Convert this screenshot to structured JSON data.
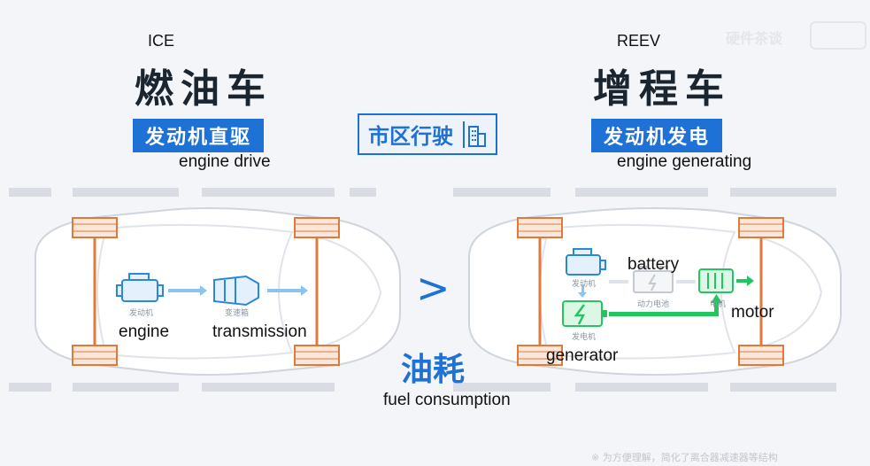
{
  "left": {
    "code": "ICE",
    "title": "燃油车",
    "badge": "发动机直驱",
    "badge_en": "engine drive",
    "components": [
      {
        "cn": "发动机",
        "en": "engine"
      },
      {
        "cn": "变速箱",
        "en": "transmission"
      }
    ]
  },
  "right": {
    "code": "REEV",
    "title": "增程车",
    "badge": "发动机发电",
    "badge_en": "engine generating",
    "components": [
      {
        "cn": "发动机",
        "en": ""
      },
      {
        "cn": "动力电池",
        "en": "battery"
      },
      {
        "cn": "电机",
        "en": "motor"
      },
      {
        "cn": "发电机",
        "en": "generator"
      }
    ]
  },
  "center": {
    "label": "市区行驶",
    "comparator": ">",
    "metric": "油耗",
    "metric_en": "fuel consumption"
  },
  "footnote": "※ 为方便理解，简化了离合器减速器等结构",
  "watermark": "硬件茶谈",
  "colors": {
    "accent": "#1e72d6",
    "wheel": "#e07a3c",
    "green": "#22c55e"
  }
}
